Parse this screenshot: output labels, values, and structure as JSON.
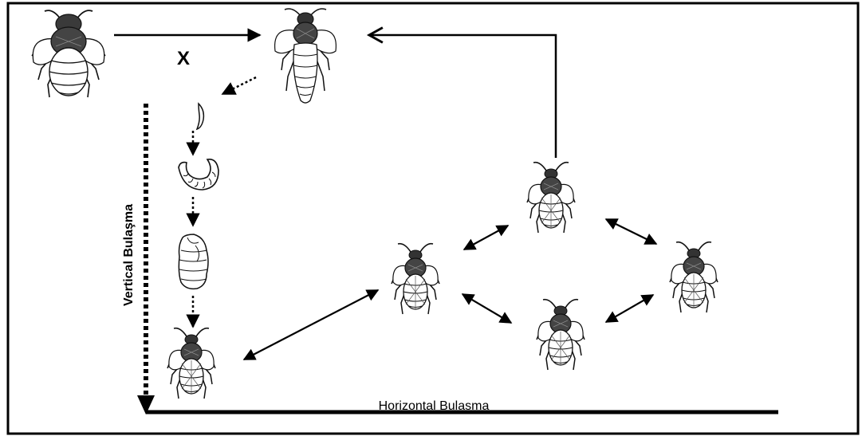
{
  "diagram": {
    "cross_symbol": "X",
    "vertical_label": "Vertical Bulaşma",
    "horizontal_label": "Horizontal Bulasma",
    "colors": {
      "border": "#000000",
      "background": "#ffffff",
      "ink": "#1a1a1a"
    },
    "nodes": [
      {
        "id": "drone",
        "icon": "drone-bee-icon"
      },
      {
        "id": "queen",
        "icon": "queen-bee-icon"
      },
      {
        "id": "egg",
        "icon": "egg-icon"
      },
      {
        "id": "larva",
        "icon": "larva-icon"
      },
      {
        "id": "pupa",
        "icon": "pupa-icon"
      },
      {
        "id": "worker-offspring",
        "icon": "worker-bee-icon"
      },
      {
        "id": "worker-left",
        "icon": "worker-bee-icon"
      },
      {
        "id": "worker-top",
        "icon": "worker-bee-icon"
      },
      {
        "id": "worker-bottom",
        "icon": "worker-bee-icon"
      },
      {
        "id": "worker-right",
        "icon": "worker-bee-icon"
      }
    ]
  }
}
